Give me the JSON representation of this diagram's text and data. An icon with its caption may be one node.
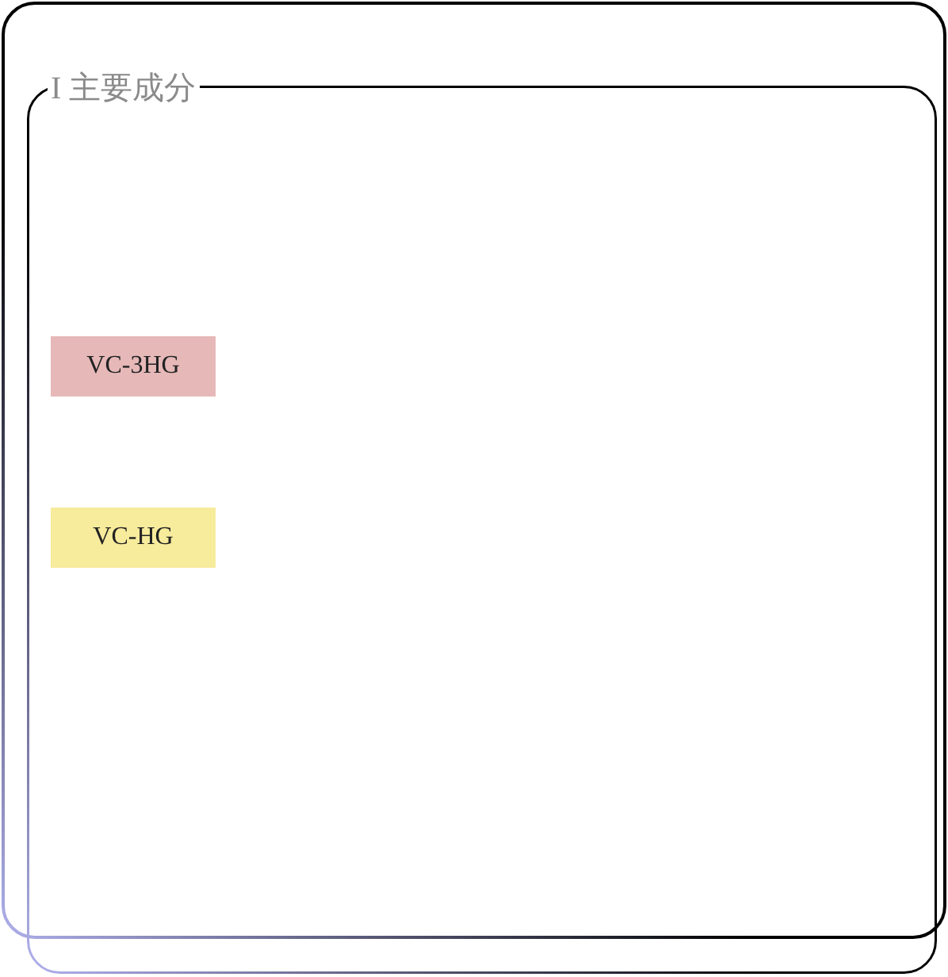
{
  "diagram": {
    "nodes": [
      {
        "text": [],
        "shape": "box"
      },
      {
        "text": [
          "I 主要成分"
        ]
      },
      {
        "text": [
          "VC-3HG"
        ],
        "in": 1
      },
      {
        "text": [
          "VC-HG"
        ],
        "in": 1
      }
    ]
  }
}
